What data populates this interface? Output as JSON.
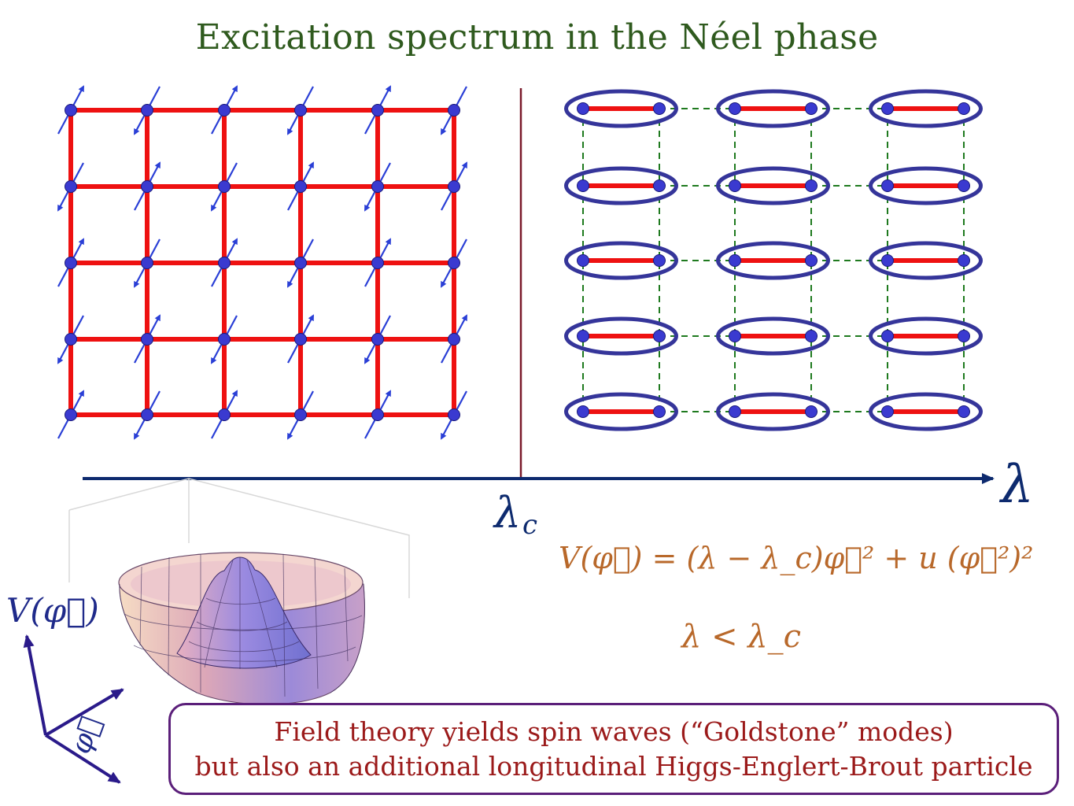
{
  "slide": {
    "title": "Excitation spectrum in the Néel phase"
  },
  "axis": {
    "label": "λ",
    "critical_label": "λ",
    "critical_subscript": "c"
  },
  "potential": {
    "formula": "V(φ⃗) = (λ − λ_c)φ⃗² + u (φ⃗²)²",
    "condition": "λ < λ_c",
    "vertical_axis_label": "V(φ⃗)",
    "horizontal_axis_label": "φ⃗"
  },
  "caption": {
    "line1": "Field theory yields spin waves (“Goldstone” modes)",
    "line2": "but also an additional longitudinal Higgs-Englert-Brout particle"
  },
  "colors": {
    "title": "#2f5a1e",
    "bond": "#ee1111",
    "site": "#3a3ad0",
    "spin_arrow": "#2a3fd6",
    "dimer_ring": "#35359a",
    "weak_bond": "#1f7a1f",
    "axis": "#0d2a6e",
    "divider": "#7a1a2a",
    "formula": "#b8682a",
    "caption_text": "#9b1a1a",
    "caption_border": "#5b1f7a"
  },
  "icons": {
    "spin": "arrow-icon",
    "site": "dot-icon",
    "dimer": "ellipse-icon",
    "potential_surface": "mexican-hat-icon"
  }
}
